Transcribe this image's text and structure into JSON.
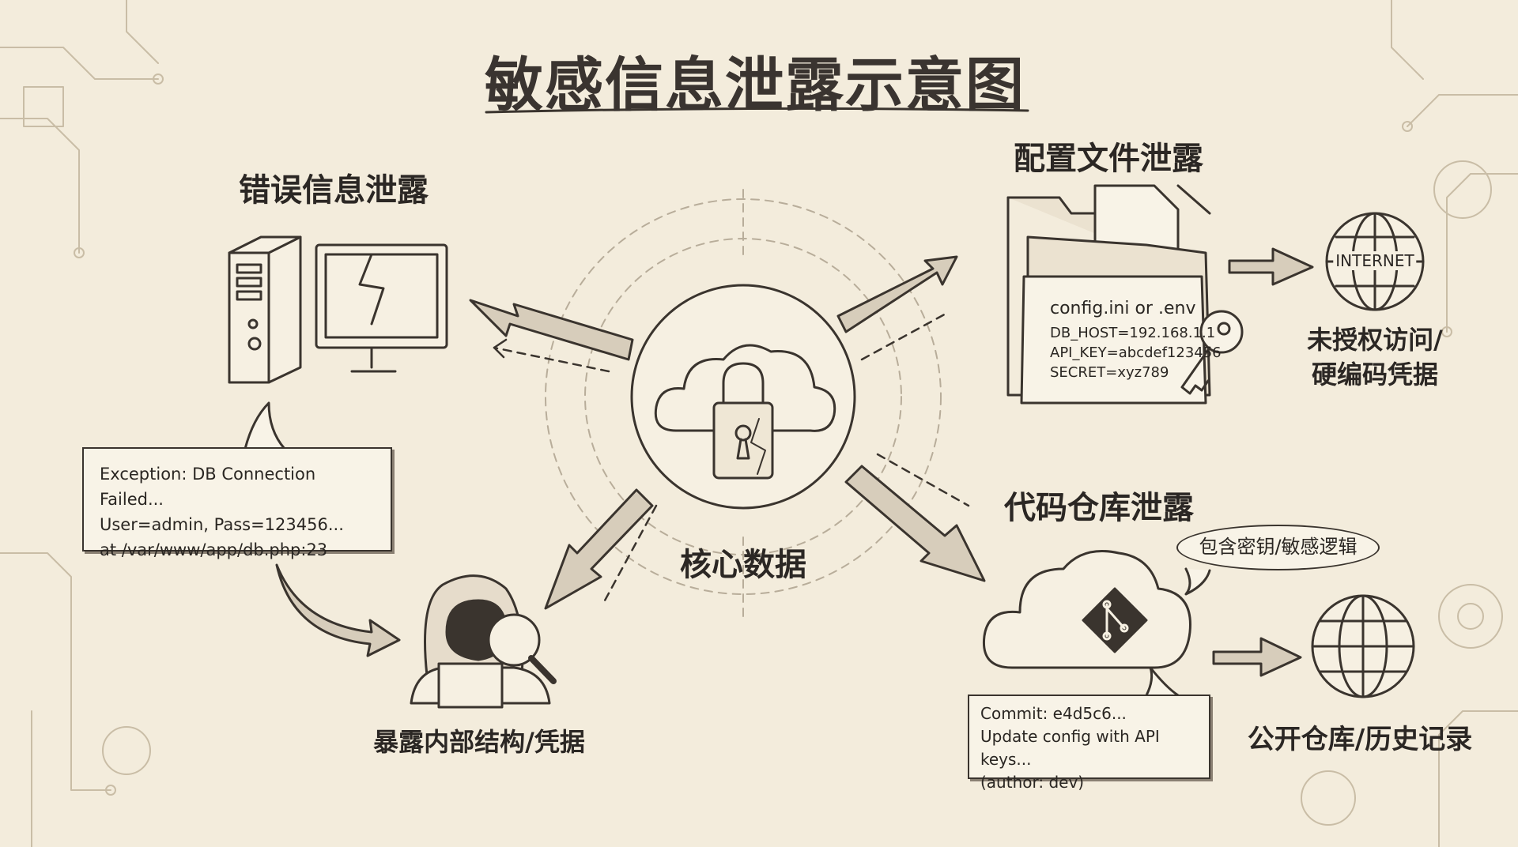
{
  "title": "敏感信息泄露示意图",
  "center": {
    "label": "核心数据"
  },
  "error_leak": {
    "heading": "错误信息泄露",
    "message_lines": [
      "Exception: DB Connection Failed...",
      "User=admin, Pass=123456...",
      "at /var/www/app/db.php:23"
    ],
    "result": "暴露内部结构/凭据"
  },
  "config_leak": {
    "heading": "配置文件泄露",
    "file_title": "config.ini or .env",
    "file_lines": [
      "DB_HOST=192.168.1.1",
      "API_KEY=abcdef123456",
      "SECRET=xyz789"
    ],
    "globe_label": "INTERNET",
    "result_lines": [
      "未授权访问/",
      "硬编码凭据"
    ]
  },
  "repo_leak": {
    "heading": "代码仓库泄露",
    "bubble": "包含密钥/敏感逻辑",
    "commit_lines": [
      "Commit: e4d5c6...",
      "Update config with API keys...",
      "(author: dev)"
    ],
    "result": "公开仓库/历史记录"
  }
}
